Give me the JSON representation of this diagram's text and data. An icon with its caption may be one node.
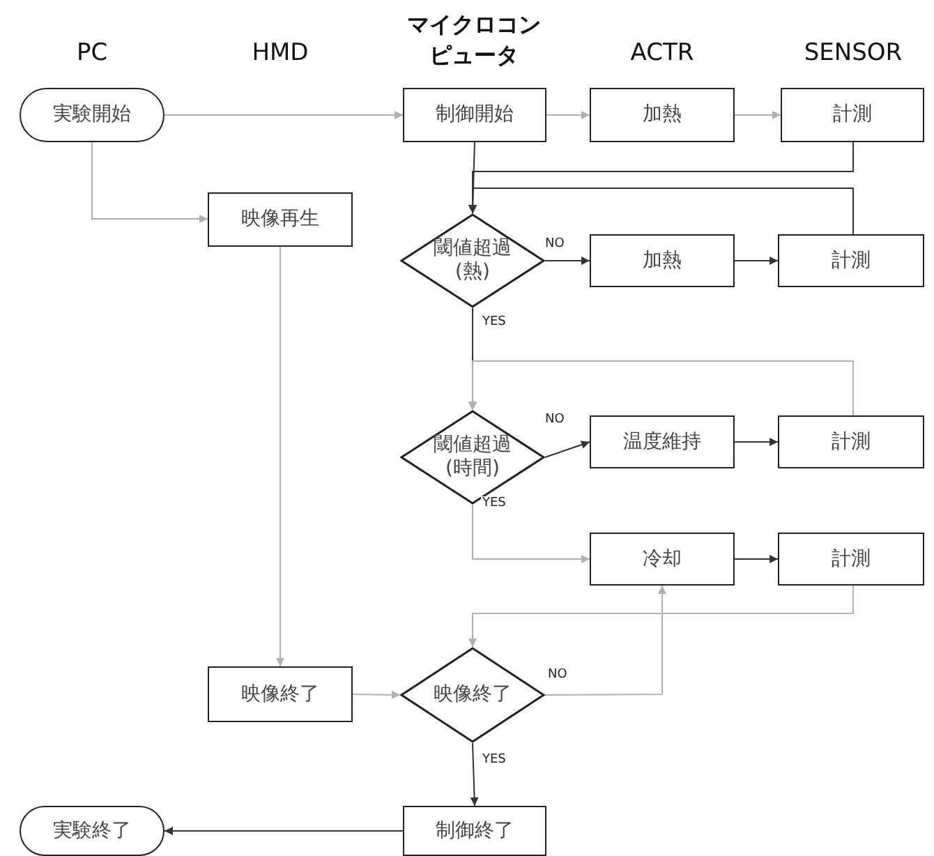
{
  "diagram": {
    "nodes": [
      {
        "text": [
          "実験開始"
        ]
      },
      {
        "text": [
          "制御開始"
        ]
      },
      {
        "text": [
          "加熱"
        ]
      },
      {
        "text": [
          "計測"
        ]
      },
      {
        "text": [
          "映像再生"
        ]
      },
      {
        "text": [
          "閾値超過 (熱)"
        ]
      },
      {
        "text": [
          "加熱"
        ]
      },
      {
        "text": [
          "計測"
        ]
      },
      {
        "text": [
          "閾値超過 (時間)"
        ]
      },
      {
        "text": [
          "温度維持"
        ]
      },
      {
        "text": [
          "計測"
        ]
      },
      {
        "text": [
          "冷却"
        ]
      },
      {
        "text": [
          "計測"
        ]
      },
      {
        "text": [
          "映像終了"
        ]
      },
      {
        "text": [
          "映像終了"
        ]
      },
      {
        "text": [
          "制御終了"
        ]
      },
      {
        "text": [
          "実験終了"
        ]
      }
    ],
    "edges": [
      {
        "from": 0,
        "to": 1,
        "arrow": "to",
        "color": "#b0b0b0"
      },
      {
        "from": 1,
        "to": 2,
        "arrow": "to",
        "color": "#b0b0b0"
      },
      {
        "from": 2,
        "to": 3,
        "arrow": "to",
        "color": "#b0b0b0"
      },
      {
        "from": 0,
        "to": 4,
        "arrow": "to",
        "color": "#b0b0b0"
      },
      {
        "from": 1,
        "to": 5,
        "arrow": "to"
      },
      {
        "from": 3,
        "to": 5,
        "arrow": "to"
      },
      {
        "from": 7,
        "to": 5,
        "arrow": "to"
      },
      {
        "from": 5,
        "to": 6,
        "arrow": "to",
        "label": "NO"
      },
      {
        "from": 6,
        "to": 7,
        "arrow": "to"
      },
      {
        "from": 5,
        "to": 8,
        "arrow": "to",
        "label": "YES"
      },
      {
        "from": 10,
        "to": 8,
        "arrow": "to",
        "color": "#b0b0b0"
      },
      {
        "from": 8,
        "to": 9,
        "arrow": "to",
        "label": "NO"
      },
      {
        "from": 9,
        "to": 10,
        "arrow": "to"
      },
      {
        "from": 8,
        "to": 11,
        "arrow": "to",
        "label": "YES",
        "color": "#b0b0b0"
      },
      {
        "from": 11,
        "to": 12,
        "arrow": "to"
      },
      {
        "from": 12,
        "to": 14,
        "arrow": "to",
        "color": "#b0b0b0"
      },
      {
        "from": 14,
        "to": 11,
        "arrow": "to",
        "label": "NO",
        "color": "#b0b0b0"
      },
      {
        "from": 4,
        "to": 13,
        "arrow": "to",
        "color": "#b0b0b0"
      },
      {
        "from": 13,
        "to": 14,
        "arrow": "to",
        "color": "#b0b0b0"
      },
      {
        "from": 14,
        "to": 15,
        "arrow": "to",
        "label": "YES"
      },
      {
        "from": 15,
        "to": 16,
        "arrow": "to"
      }
    ],
    "labels": [
      "PC",
      "HMD",
      "マイクロコンピュータ",
      "ACTR",
      "SENSOR"
    ]
  }
}
